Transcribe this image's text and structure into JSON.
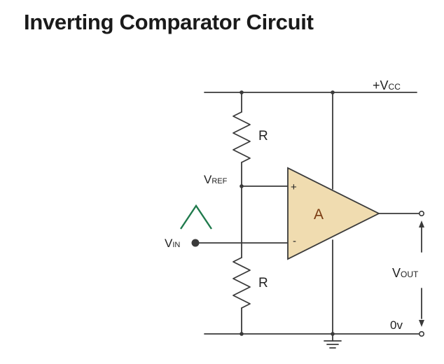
{
  "page": {
    "title": "Inverting Comparator Circuit"
  },
  "circuit": {
    "supply": {
      "prefix": "+V",
      "sub": "CC"
    },
    "resistor_top": "R",
    "resistor_bottom": "R",
    "vref": {
      "main": "V",
      "sub": "REF"
    },
    "vin": {
      "main": "V",
      "sub": "IN"
    },
    "opamp": {
      "label": "A",
      "plus": "+",
      "minus": "-"
    },
    "vout": {
      "main": "V",
      "sub": "OUT"
    },
    "ground": "0v",
    "colors": {
      "wire": "#3a3a3a",
      "opamp_fill": "#f0dcb0",
      "opamp_label": "#7a3b12",
      "signal": "#1f7a4c"
    }
  }
}
